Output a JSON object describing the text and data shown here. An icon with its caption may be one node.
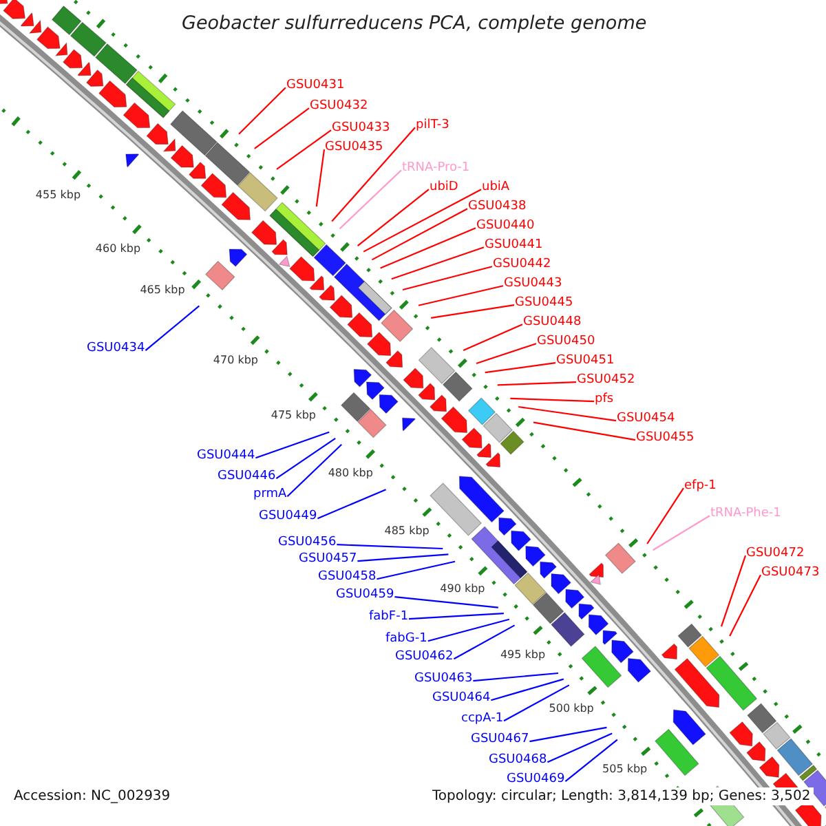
{
  "diagram": {
    "title": "Geobacter sulfurreducens PCA, complete genome",
    "nodes": [
      {
        "text": [
          "GSU0431"
        ]
      },
      {
        "text": [
          "GSU0432"
        ]
      },
      {
        "text": [
          "GSU0433"
        ]
      },
      {
        "text": [
          "pilT-3"
        ]
      },
      {
        "text": [
          "GSU0435"
        ]
      },
      {
        "text": [
          "tRNA-Pro-1"
        ]
      },
      {
        "text": [
          "ubiD"
        ]
      },
      {
        "text": [
          "ubiA"
        ]
      },
      {
        "text": [
          "GSU0438"
        ]
      },
      {
        "text": [
          "GSU0440"
        ]
      },
      {
        "text": [
          "GSU0441"
        ]
      },
      {
        "text": [
          "GSU0442"
        ]
      },
      {
        "text": [
          "GSU0443"
        ]
      },
      {
        "text": [
          "GSU0445"
        ]
      },
      {
        "text": [
          "GSU0448"
        ]
      },
      {
        "text": [
          "GSU0450"
        ]
      },
      {
        "text": [
          "GSU0434"
        ]
      },
      {
        "text": [
          "GSU0451"
        ]
      },
      {
        "text": [
          "GSU0452"
        ]
      },
      {
        "text": [
          "pfs"
        ]
      },
      {
        "text": [
          "GSU0454"
        ]
      },
      {
        "text": [
          "GSU0455"
        ]
      },
      {
        "text": [
          "GSU0444"
        ]
      },
      {
        "text": [
          "GSU0446"
        ]
      },
      {
        "text": [
          "efp-1"
        ]
      },
      {
        "text": [
          "prmA"
        ]
      },
      {
        "text": [
          "tRNA-Phe-1"
        ]
      },
      {
        "text": [
          "GSU0449"
        ]
      },
      {
        "text": [
          "GSU0456"
        ]
      },
      {
        "text": [
          "GSU0472"
        ]
      },
      {
        "text": [
          "GSU0457"
        ]
      },
      {
        "text": [
          "GSU0473"
        ]
      },
      {
        "text": [
          "GSU0458"
        ]
      },
      {
        "text": [
          "GSU0459"
        ]
      },
      {
        "text": [
          "fabF-1"
        ]
      },
      {
        "text": [
          "fabG-1"
        ]
      },
      {
        "text": [
          "GSU0462"
        ]
      },
      {
        "text": [
          "GSU0463"
        ]
      },
      {
        "text": [
          "GSU0464"
        ]
      },
      {
        "text": [
          "ccpA-1"
        ]
      },
      {
        "text": [
          "GSU0467"
        ]
      },
      {
        "text": [
          "GSU0468"
        ]
      },
      {
        "text": [
          "GSU0469"
        ]
      }
    ],
    "edges": [
      {
        "from": 0,
        "to": null,
        "arrow": "none"
      },
      {
        "from": 1,
        "to": null,
        "arrow": "none"
      },
      {
        "from": 2,
        "to": null,
        "arrow": "none"
      },
      {
        "from": 3,
        "to": null,
        "arrow": "none"
      },
      {
        "from": 4,
        "to": null,
        "arrow": "none"
      },
      {
        "from": 5,
        "to": null,
        "arrow": "none",
        "color": "#ff99cc"
      },
      {
        "from": 6,
        "to": null,
        "arrow": "none"
      },
      {
        "from": 7,
        "to": null,
        "arrow": "none"
      },
      {
        "from": 8,
        "to": null,
        "arrow": "none"
      },
      {
        "from": 9,
        "to": null,
        "arrow": "none"
      },
      {
        "from": 10,
        "to": null,
        "arrow": "none"
      },
      {
        "from": 11,
        "to": null,
        "arrow": "none"
      },
      {
        "from": 12,
        "to": null,
        "arrow": "none"
      },
      {
        "from": 13,
        "to": null,
        "arrow": "none"
      },
      {
        "from": 14,
        "to": null,
        "arrow": "none"
      },
      {
        "from": 15,
        "to": null,
        "arrow": "none"
      },
      {
        "from": 16,
        "to": null,
        "arrow": "none",
        "color": "#0000ff"
      },
      {
        "from": 17,
        "to": null,
        "arrow": "none"
      },
      {
        "from": 18,
        "to": null,
        "arrow": "none"
      },
      {
        "from": 19,
        "to": null,
        "arrow": "none"
      },
      {
        "from": 20,
        "to": null,
        "arrow": "none"
      },
      {
        "from": 21,
        "to": null,
        "arrow": "none"
      },
      {
        "from": 22,
        "to": null,
        "arrow": "none",
        "color": "#0000ff"
      },
      {
        "from": 23,
        "to": null,
        "arrow": "none",
        "color": "#0000ff"
      },
      {
        "from": 24,
        "to": null,
        "arrow": "none"
      },
      {
        "from": 25,
        "to": null,
        "arrow": "none",
        "color": "#0000ff"
      },
      {
        "from": 26,
        "to": null,
        "arrow": "none",
        "color": "#ff99cc"
      },
      {
        "from": 27,
        "to": null,
        "arrow": "none",
        "color": "#0000ff"
      },
      {
        "from": 28,
        "to": null,
        "arrow": "none",
        "color": "#0000ff"
      },
      {
        "from": 29,
        "to": null,
        "arrow": "none"
      },
      {
        "from": 30,
        "to": null,
        "arrow": "none",
        "color": "#0000ff"
      },
      {
        "from": 31,
        "to": null,
        "arrow": "none"
      },
      {
        "from": 32,
        "to": null,
        "arrow": "none",
        "color": "#0000ff"
      },
      {
        "from": 33,
        "to": null,
        "arrow": "none",
        "color": "#0000ff"
      },
      {
        "from": 34,
        "to": null,
        "arrow": "none",
        "color": "#0000ff"
      },
      {
        "from": 35,
        "to": null,
        "arrow": "none",
        "color": "#0000ff"
      },
      {
        "from": 36,
        "to": null,
        "arrow": "none",
        "color": "#0000ff"
      },
      {
        "from": 37,
        "to": null,
        "arrow": "none",
        "color": "#0000ff"
      },
      {
        "from": 38,
        "to": null,
        "arrow": "none",
        "color": "#0000ff"
      },
      {
        "from": 39,
        "to": null,
        "arrow": "none",
        "color": "#0000ff"
      },
      {
        "from": 40,
        "to": null,
        "arrow": "none",
        "color": "#0000ff"
      },
      {
        "from": 41,
        "to": null,
        "arrow": "none",
        "color": "#0000ff"
      },
      {
        "from": 42,
        "to": null,
        "arrow": "none",
        "color": "#0000ff"
      }
    ],
    "labels": [
      "455 kbp",
      "460 kbp",
      "465 kbp",
      "470 kbp",
      "475 kbp",
      "480 kbp",
      "485 kbp",
      "490 kbp",
      "495 kbp",
      "500 kbp",
      "505 kbp",
      "Accession: NC_002939",
      "Topology: circular; Length: 3,814,139 bp; Genes: 3,502"
    ]
  }
}
